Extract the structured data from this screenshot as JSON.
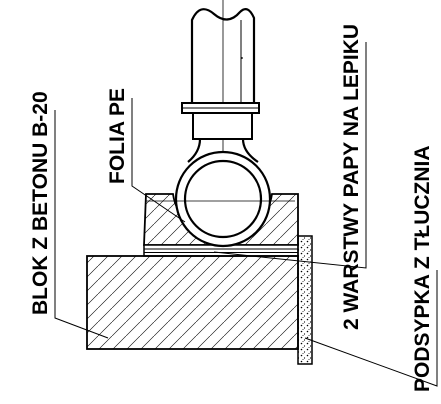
{
  "labels": {
    "blok": "BLOK Z BETONU B-20",
    "folia": "FOLIA PE",
    "papa": "2 WARSTWY PAPY NA LEPIKU",
    "podsypka": "PODSYPKA Z TŁUCZNIA"
  },
  "colors": {
    "line": "#000000",
    "background": "#ffffff"
  }
}
